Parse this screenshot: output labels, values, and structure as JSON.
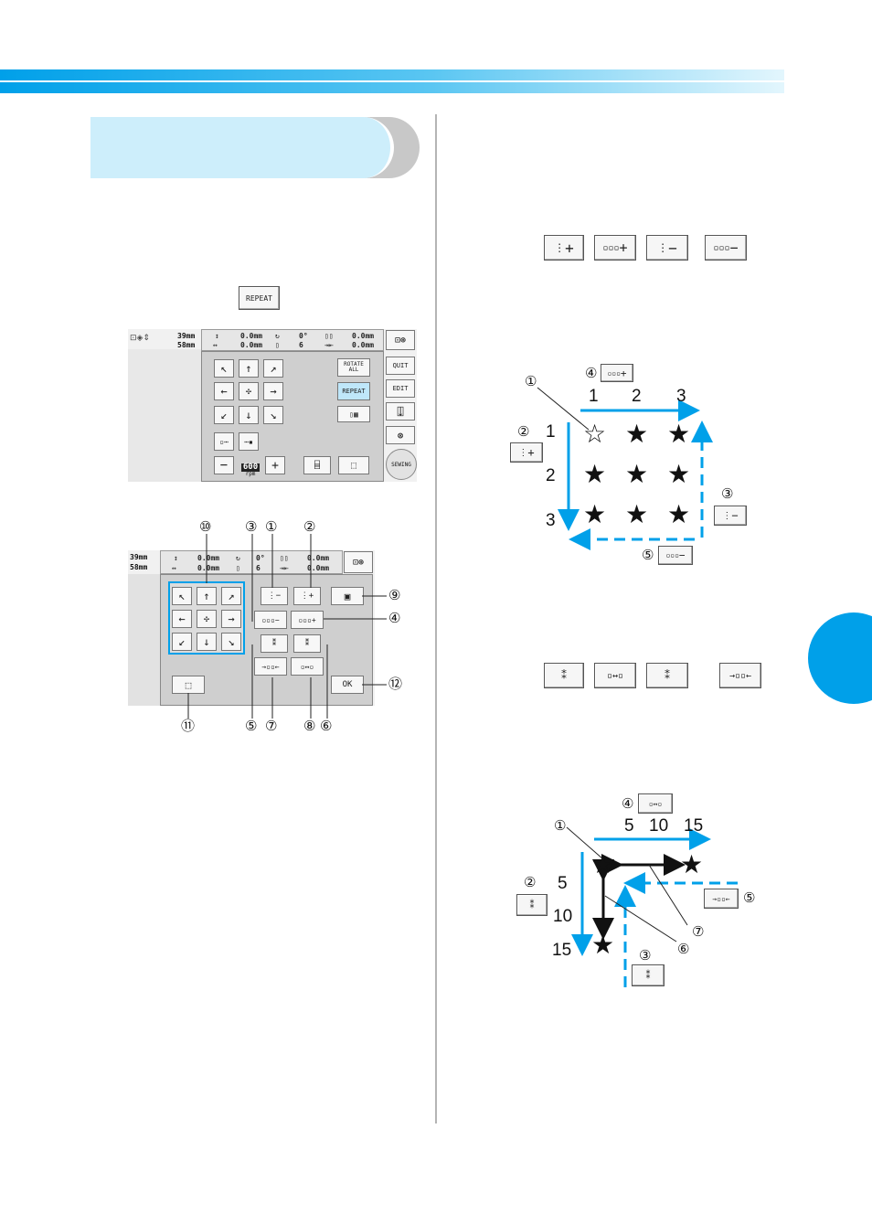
{
  "colors": {
    "accent": "#00a0e9",
    "tab": "#cdeefb",
    "bar": "#00a0e9"
  },
  "top_button": {
    "label": "REPEAT"
  },
  "screen1": {
    "lcd": {
      "height": "39mm",
      "width": "58mm",
      "v": "0.0mm",
      "h": "0.0mm",
      "angle": "0°",
      "colors": "6",
      "sp1": "0.0mm",
      "sp2": "0.0mm"
    },
    "rotate_all": "ROTATE ALL",
    "repeat": "REPEAT",
    "quit": "QUIT",
    "edit": "EDIT",
    "sewing": "SEWING",
    "speed": "600",
    "speed_unit": "rpm",
    "minus": "−",
    "plus": "+"
  },
  "screen2": {
    "lcd": {
      "height": "39mm",
      "width": "58mm",
      "v": "0.0mm",
      "h": "0.0mm",
      "angle": "0°",
      "colors": "6",
      "sp1": "0.0mm",
      "sp2": "0.0mm"
    },
    "ok": "OK",
    "labels": {
      "c1": "①",
      "c2": "②",
      "c3": "③",
      "c4": "④",
      "c5": "⑤",
      "c6": "⑥",
      "c7": "⑦",
      "c8": "⑧",
      "c9": "⑨",
      "c10": "⑩",
      "c11": "⑪",
      "c12": "⑫"
    }
  },
  "diagram1": {
    "col_nums": [
      "1",
      "2",
      "3"
    ],
    "row_nums": [
      "1",
      "2",
      "3"
    ],
    "labels": {
      "c1": "①",
      "c2": "②",
      "c3": "③",
      "c4": "④",
      "c5": "⑤"
    }
  },
  "diagram2": {
    "col_nums": [
      "5",
      "10",
      "15"
    ],
    "row_nums": [
      "5",
      "10",
      "15"
    ],
    "labels": {
      "c1": "①",
      "c2": "②",
      "c3": "③",
      "c4": "④",
      "c5": "⑤",
      "c6": "⑥",
      "c7": "⑦"
    }
  },
  "icons": {
    "plus": "+",
    "minus": "−"
  }
}
